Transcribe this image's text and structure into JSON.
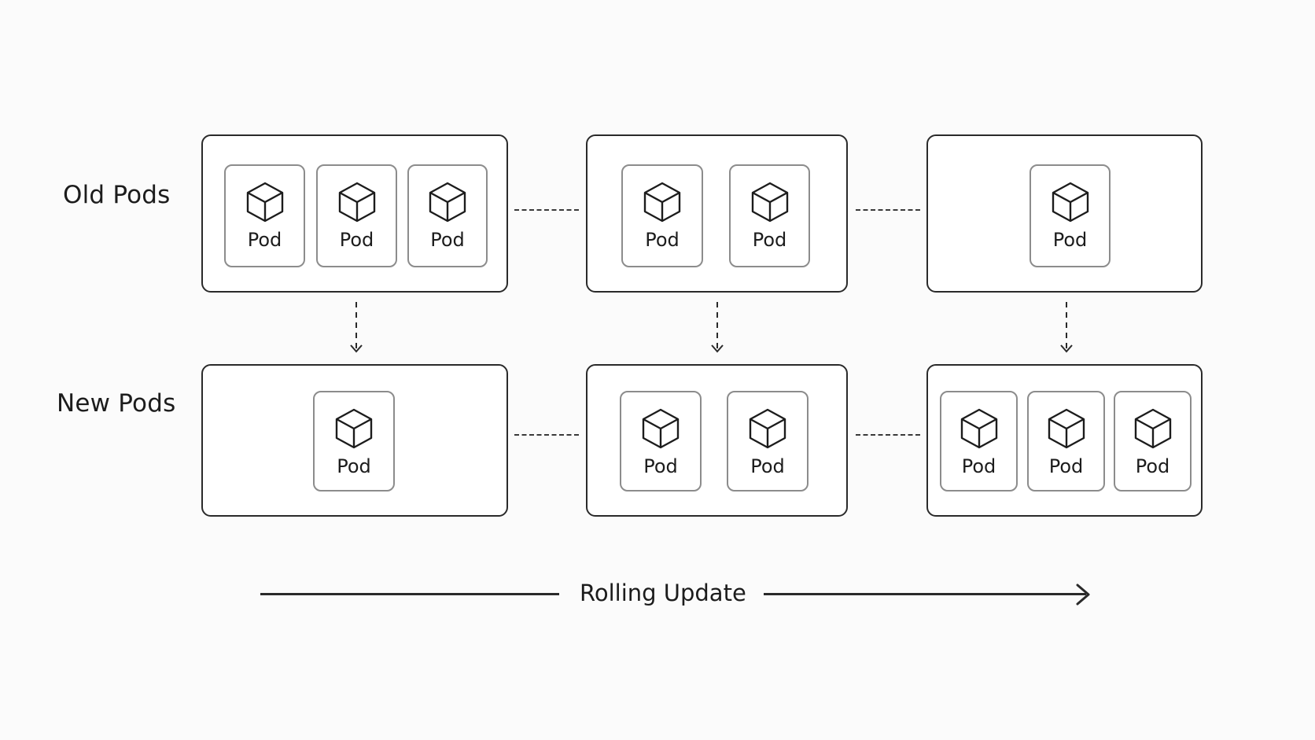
{
  "rows": {
    "old_label": "Old Pods",
    "new_label": "New Pods"
  },
  "pod_label": "Pod",
  "stages": [
    {
      "old_pods": 3,
      "new_pods": 1
    },
    {
      "old_pods": 2,
      "new_pods": 2
    },
    {
      "old_pods": 1,
      "new_pods": 3
    }
  ],
  "timeline": {
    "label": "Rolling Update"
  },
  "icons": {
    "pod": "cube-icon",
    "transition": "dashed-arrow-down-icon",
    "timeline": "arrow-right-icon"
  },
  "colors": {
    "background": "#fbfbfb",
    "group_border": "#2a2a2a",
    "pod_border": "#8c8c8c",
    "text": "#1c1c1c"
  }
}
